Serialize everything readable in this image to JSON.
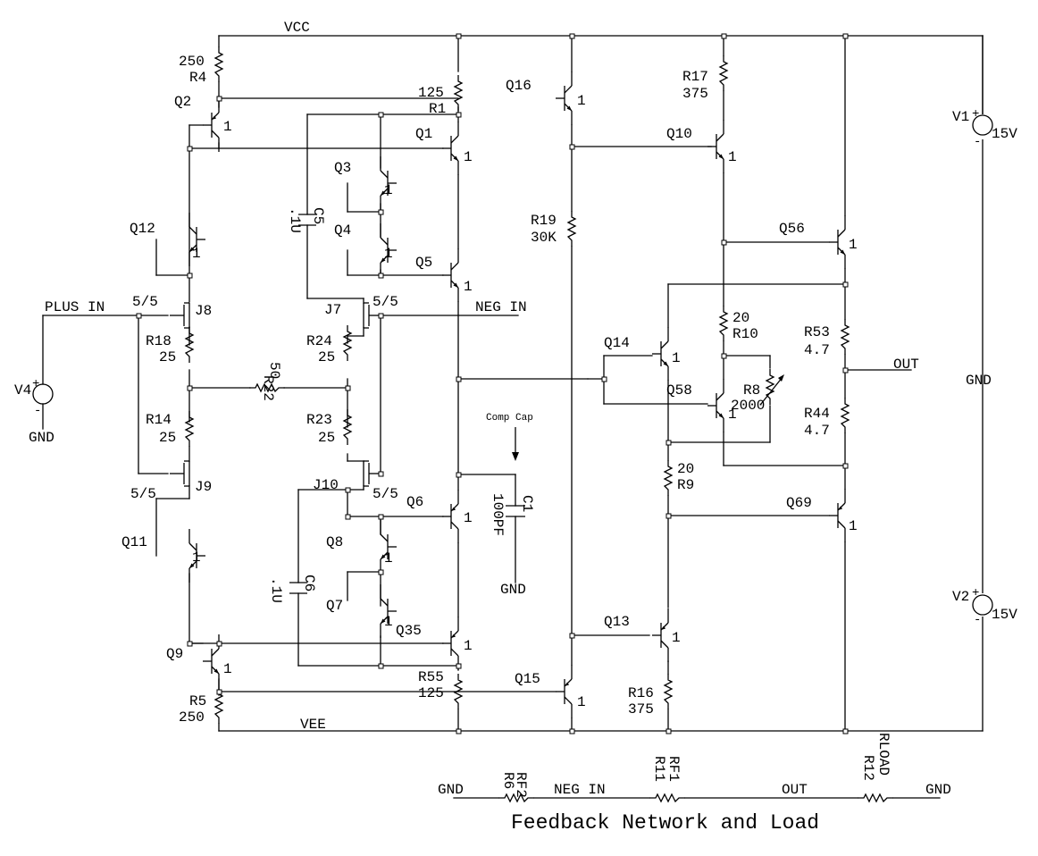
{
  "nets": {
    "vcc": "VCC",
    "vee": "VEE",
    "plus_in": "PLUS IN",
    "neg_in": "NEG IN",
    "out": "OUT",
    "gnd": "GND"
  },
  "transistors": {
    "Q1": "Q1",
    "Q2": "Q2",
    "Q3": "Q3",
    "Q4": "Q4",
    "Q5": "Q5",
    "Q6": "Q6",
    "Q7": "Q7",
    "Q8": "Q8",
    "Q9": "Q9",
    "Q10": "Q10",
    "Q11": "Q11",
    "Q12": "Q12",
    "Q13": "Q13",
    "Q14": "Q14",
    "Q15": "Q15",
    "Q16": "Q16",
    "Q35": "Q35",
    "Q56": "Q56",
    "Q58": "Q58",
    "Q69": "Q69",
    "multiplier": "1"
  },
  "jfets": {
    "J7": "J7",
    "J8": "J8",
    "J9": "J9",
    "J10": "J10",
    "ratio": "5/5"
  },
  "resistors": {
    "R1": {
      "name": "R1",
      "value": "125"
    },
    "R4": {
      "name": "R4",
      "value": "250"
    },
    "R5": {
      "name": "R5",
      "value": "250"
    },
    "R8": {
      "name": "R8",
      "value": "2000"
    },
    "R9": {
      "name": "R9",
      "value": "20"
    },
    "R10": {
      "name": "R10",
      "value": "20"
    },
    "R14": {
      "name": "R14",
      "value": "25"
    },
    "R16": {
      "name": "R16",
      "value": "375"
    },
    "R17": {
      "name": "R17",
      "value": "375"
    },
    "R18": {
      "name": "R18",
      "value": "25"
    },
    "R19": {
      "name": "R19",
      "value": "30K"
    },
    "R22": {
      "name": "R22",
      "value": "50"
    },
    "R23": {
      "name": "R23",
      "value": "25"
    },
    "R24": {
      "name": "R24",
      "value": "25"
    },
    "R44": {
      "name": "R44",
      "value": "4.7"
    },
    "R53": {
      "name": "R53",
      "value": "4.7"
    },
    "R55": {
      "name": "R55",
      "value": "125"
    }
  },
  "capacitors": {
    "C1": {
      "name": "C1",
      "value": "100PF"
    },
    "C5": {
      "name": "C5",
      "value": ".1U"
    },
    "C6": {
      "name": "C6",
      "value": ".1U"
    }
  },
  "sources": {
    "V1": {
      "name": "V1",
      "value": "15V",
      "plus": "+",
      "minus": "-"
    },
    "V2": {
      "name": "V2",
      "value": "15V",
      "plus": "+",
      "minus": "-"
    },
    "V4": {
      "name": "V4",
      "plus": "+",
      "minus": "-"
    }
  },
  "annotations": {
    "comp_cap": "Comp Cap"
  },
  "feedback": {
    "title": "Feedback Network and Load",
    "R6": {
      "name": "R6",
      "value": "RF2"
    },
    "R11": {
      "name": "R11",
      "value": "RF1"
    },
    "R12": {
      "name": "R12",
      "value": "RLOAD"
    }
  }
}
